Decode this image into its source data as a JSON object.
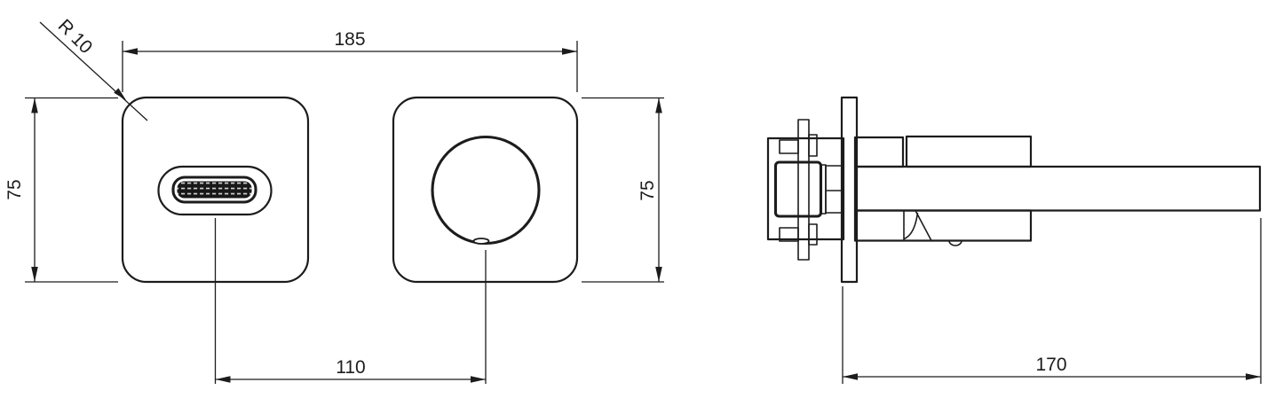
{
  "drawing": {
    "background_color": "#ffffff",
    "line_color": "#1c1c1c"
  },
  "dims": {
    "width": "185",
    "height_left": "75",
    "height_right": "75",
    "spacing": "110",
    "projection": "170",
    "radius": "R 10"
  }
}
